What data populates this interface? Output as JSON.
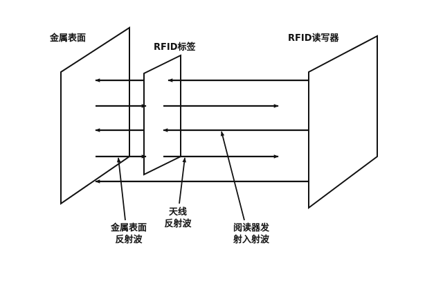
{
  "labels": {
    "metal_surface": "金属表面",
    "rfid_tag": "RFID标签",
    "rfid_reader": "RFID读写器",
    "metal_reflection_line1": "金属表面",
    "metal_reflection_line2": "反射波",
    "antenna_reflection_line1": "天线",
    "antenna_reflection_line2": "反射波",
    "reader_emission_line1": "阅读器发",
    "reader_emission_line2": "射入射波"
  },
  "colors": {
    "stroke": "#111111",
    "background": "#ffffff"
  }
}
